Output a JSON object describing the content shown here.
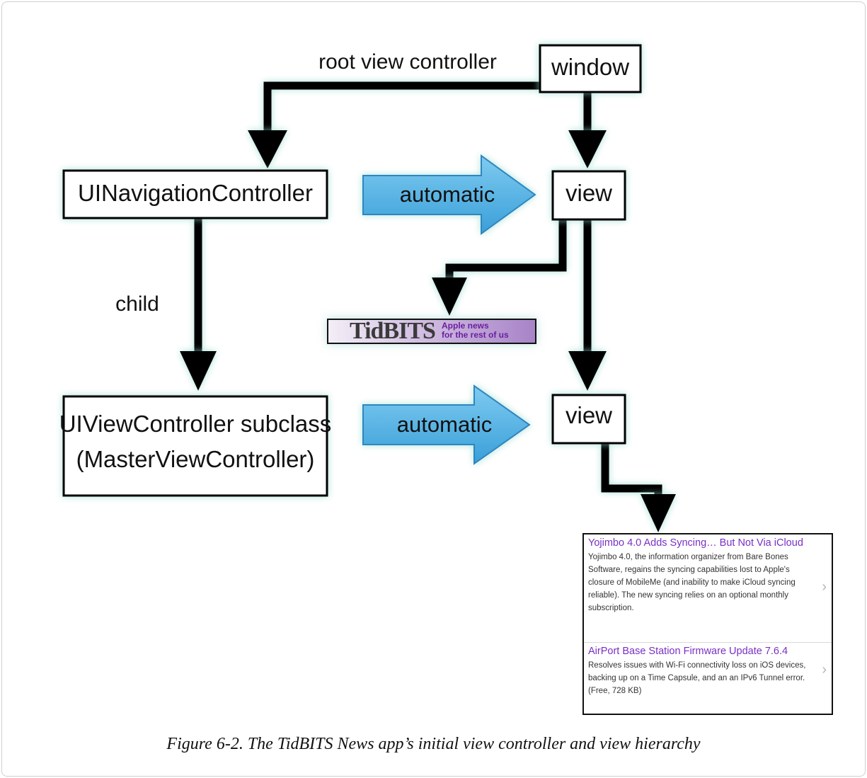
{
  "diagram": {
    "labels": {
      "root_view_controller": "root view controller",
      "child": "child"
    },
    "nodes": {
      "window": "window",
      "view_top": "view",
      "view_bottom": "view",
      "nav_controller": "UINavigationController",
      "vc_line1": "UIViewController subclass",
      "vc_line2": "(MasterViewController)"
    },
    "arrows": {
      "automatic_top": "automatic",
      "automatic_bottom": "automatic"
    },
    "colors": {
      "automatic_arrow": "#4aaee3",
      "glow": "#8fd8cc",
      "connector": "#000000"
    }
  },
  "banner": {
    "logo": "TidBITS",
    "tagline_1": "Apple news",
    "tagline_2": "for the rest of us"
  },
  "app_list": {
    "items": [
      {
        "title": "Yojimbo 4.0 Adds Syncing… But Not Via iCloud",
        "body": "Yojimbo 4.0, the information organizer from Bare Bones Software, regains the syncing capabilities lost to Apple's closure of MobileMe (and inability to make iCloud syncing reliable). The new syncing relies on an optional monthly subscription.",
        "chevron": "›"
      },
      {
        "title": "AirPort Base Station Firmware Update 7.6.4",
        "body": "Resolves issues with Wi-Fi connectivity loss on iOS devices, backing up on a Time Capsule, and an an IPv6 Tunnel error. (Free, 728 KB)",
        "chevron": "›"
      }
    ]
  },
  "caption": "Figure 6-2. The TidBITS News app’s initial view controller and view hierarchy"
}
